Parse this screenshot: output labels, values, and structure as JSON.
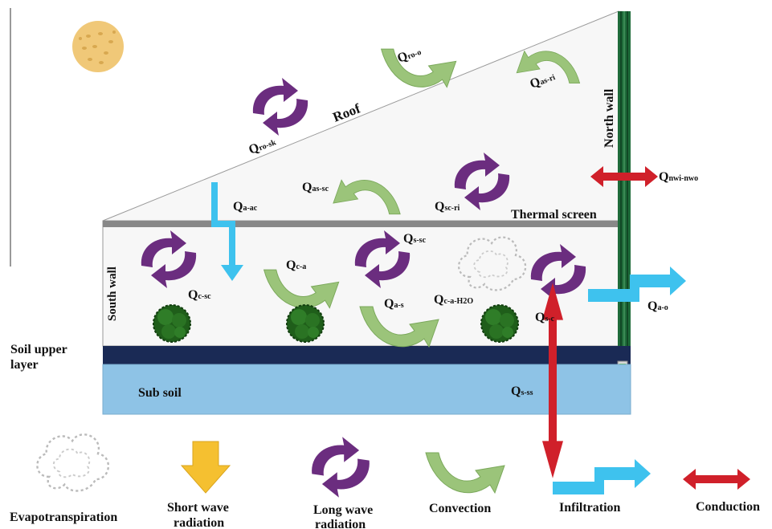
{
  "structures": {
    "roof": "Roof",
    "north_wall": "North wall",
    "south_wall": "South wall",
    "thermal_screen": "Thermal screen",
    "soil_upper_line1": "Soil upper",
    "soil_upper_line2": "layer",
    "sub_soil": "Sub soil"
  },
  "fluxes": {
    "ro_sk": {
      "main": "Q",
      "sub": "ro-sk"
    },
    "ro_o": {
      "main": "Q",
      "sub": "ro-o"
    },
    "as_ri": {
      "main": "Q",
      "sub": "as-ri"
    },
    "nwi_nwo": {
      "main": "Q",
      "sub": "nwi-nwo"
    },
    "a_ac": {
      "main": "Q",
      "sub": "a-ac"
    },
    "as_sc": {
      "main": "Q",
      "sub": "as-sc"
    },
    "sc_ri": {
      "main": "Q",
      "sub": "sc-ri"
    },
    "s_sc": {
      "main": "Q",
      "sub": "s-sc"
    },
    "c_a": {
      "main": "Q",
      "sub": "c-a"
    },
    "c_sc": {
      "main": "Q",
      "sub": "c-sc"
    },
    "a_s": {
      "main": "Q",
      "sub": "a-s"
    },
    "c_a_h2o": {
      "main": "Q",
      "sub": "c-a-H2O"
    },
    "s_c": {
      "main": "Q",
      "sub": "s-c"
    },
    "a_o": {
      "main": "Q",
      "sub": "a-o"
    },
    "s_ss": {
      "main": "Q",
      "sub": "s-ss"
    }
  },
  "legend": {
    "evapotranspiration": "Evapotranspiration",
    "short_wave_line1": "Short wave",
    "short_wave_line2": "radiation",
    "long_wave_line1": "Long wave",
    "long_wave_line2": "radiation",
    "convection": "Convection",
    "infiltration": "Infiltration",
    "conduction": "Conduction"
  },
  "colors": {
    "long_wave": "#6b2d7f",
    "convection": "#9bc47a",
    "infiltration": "#3ec2ee",
    "conduction": "#d0202a",
    "short_wave": "#f5c030",
    "sun": "#f0c878",
    "sub_soil": "#8ec3e6",
    "soil_upper": "#1a2a55",
    "north_wall": "#1f6b3a",
    "thermal_screen": "#888888",
    "plant": "#1f5e1a"
  }
}
